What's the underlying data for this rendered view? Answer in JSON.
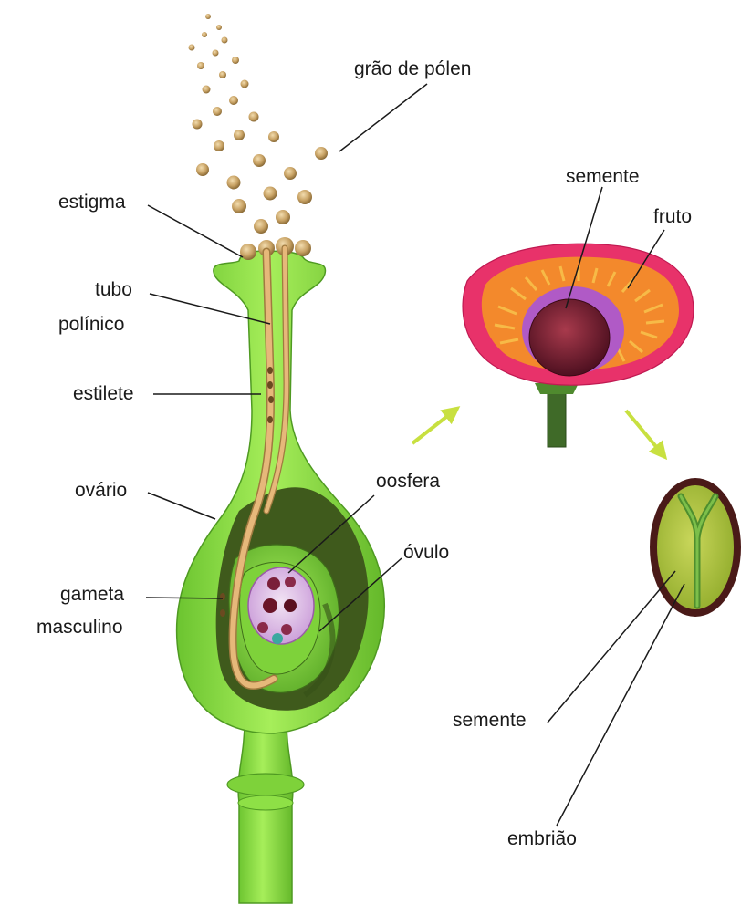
{
  "labels": {
    "grao_de_polen": "grão de pólen",
    "estigma": "estigma",
    "tubo_polinico_1": "tubo",
    "tubo_polinico_2": "polínico",
    "estilete": "estilete",
    "ovario": "ovário",
    "oosfera": "oosfera",
    "ovulo": "óvulo",
    "gameta_1": "gameta",
    "gameta_2": "masculino",
    "semente_fruit": "semente",
    "fruto": "fruto",
    "semente_seed": "semente",
    "embriao": "embrião"
  },
  "colors": {
    "pistil_green": "#8ee046",
    "pistil_dark": "#5aa82a",
    "ovary_cavity": "#3f5a1c",
    "pollen": "#c8a264",
    "pollen_tube": "#e6b87a",
    "fruit_outer": "#e8326a",
    "fruit_orange": "#f3892c",
    "fruit_purple": "#b05ac6",
    "seed_brown": "#6e1c2c",
    "seed_coat": "#4a1a18",
    "seed_inner": "#aac23c",
    "arrow": "#c8e040"
  }
}
